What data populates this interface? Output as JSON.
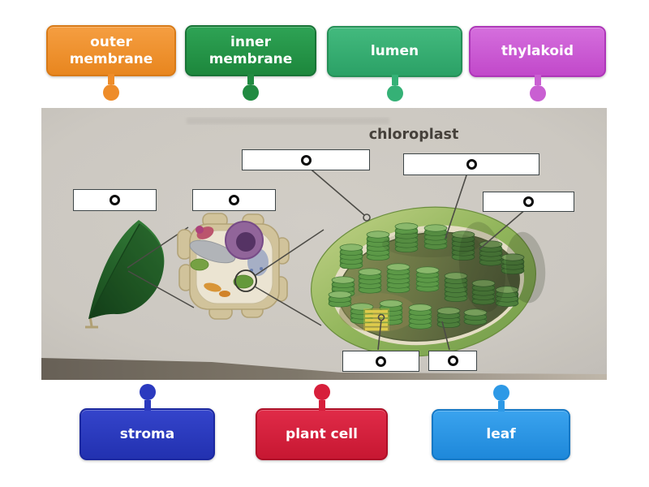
{
  "activity": {
    "type": "labelled-diagram",
    "instructions_visible": false
  },
  "diagram": {
    "caption": "chloroplast",
    "caption_color": "#49443d",
    "photo_background": "#d5d1ca",
    "drop_zone_border": "#3d4547",
    "target_ring_color": "#0c0c0c",
    "drop_zones": [
      {
        "id": "zone-1"
      },
      {
        "id": "zone-2"
      },
      {
        "id": "zone-3"
      },
      {
        "id": "zone-4"
      },
      {
        "id": "zone-5"
      },
      {
        "id": "zone-6"
      },
      {
        "id": "zone-7"
      }
    ]
  },
  "labels": {
    "top": [
      {
        "id": "outer-membrane",
        "text": "outer membrane",
        "color": "#f0912f"
      },
      {
        "id": "inner-membrane",
        "text": "inner membrane",
        "color": "#27954a"
      },
      {
        "id": "lumen",
        "text": "lumen",
        "color": "#3cb578"
      },
      {
        "id": "thylakoid",
        "text": "thylakoid",
        "color": "#cd5fd5"
      }
    ],
    "bottom": [
      {
        "id": "stroma",
        "text": "stroma",
        "color": "#2f40c4"
      },
      {
        "id": "plant-cell",
        "text": "plant cell",
        "color": "#d81f3b"
      },
      {
        "id": "leaf",
        "text": "leaf",
        "color": "#2e9ae8"
      }
    ]
  }
}
